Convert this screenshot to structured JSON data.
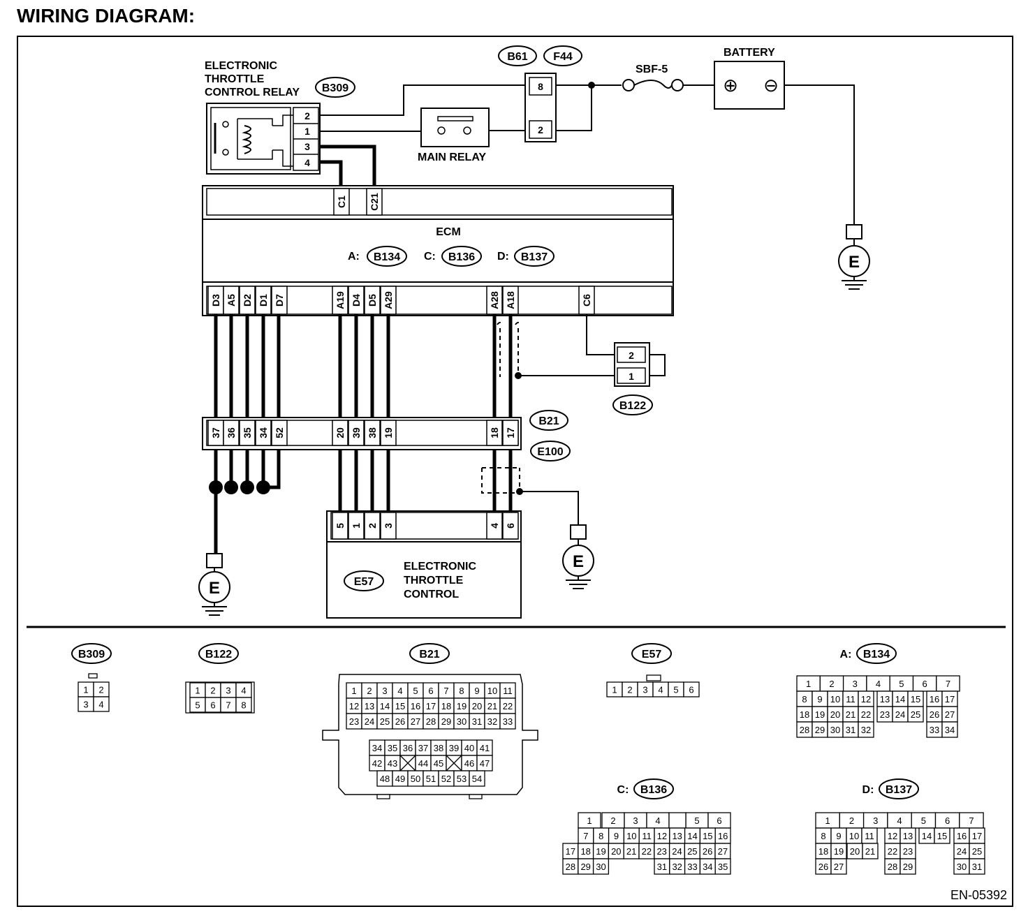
{
  "title": "WIRING DIAGRAM:",
  "footer_code": "EN-05392",
  "ground_label": "E",
  "relay": {
    "name_line1": "ELECTRONIC",
    "name_line2": "THROTTLE",
    "name_line3": "CONTROL RELAY",
    "connector": "B309",
    "pins": [
      "2",
      "1",
      "3",
      "4"
    ]
  },
  "main_relay": {
    "label": "MAIN RELAY"
  },
  "fuse_connectors": {
    "left": "B61",
    "right": "F44",
    "pins": [
      "8",
      "2"
    ]
  },
  "fuse": {
    "label": "SBF-5"
  },
  "battery": {
    "label": "BATTERY",
    "plus": "⊕",
    "minus": "⊖"
  },
  "ecm": {
    "label": "ECM",
    "conn_a_prefix": "A:",
    "conn_a": "B134",
    "conn_c_prefix": "C:",
    "conn_c": "B136",
    "conn_d_prefix": "D:",
    "conn_d": "B137",
    "top_pins": [
      "C1",
      "C21"
    ],
    "bottom_pins": [
      "D3",
      "A5",
      "D2",
      "D1",
      "D7",
      "A19",
      "D4",
      "D5",
      "A29",
      "A28",
      "A18",
      "C6"
    ]
  },
  "b122": {
    "connector": "B122",
    "pins": [
      "2",
      "1"
    ]
  },
  "joint": {
    "connector_top": "B21",
    "connector_bottom": "E100",
    "pins": [
      "37",
      "36",
      "35",
      "34",
      "52",
      "20",
      "39",
      "38",
      "19",
      "18",
      "17"
    ]
  },
  "etc": {
    "line1": "ELECTRONIC",
    "line2": "THROTTLE",
    "line3": "CONTROL",
    "connector": "E57",
    "pins": [
      "5",
      "1",
      "2",
      "3",
      "4",
      "6"
    ]
  },
  "views": {
    "b309": {
      "label": "B309",
      "rows": [
        [
          "1",
          "2"
        ],
        [
          "3",
          "4"
        ]
      ]
    },
    "b122": {
      "label": "B122",
      "rows": [
        [
          "1",
          "2",
          "3",
          "4"
        ],
        [
          "5",
          "6",
          "7",
          "8"
        ]
      ]
    },
    "b21": {
      "label": "B21",
      "rows": [
        [
          "1",
          "2",
          "3",
          "4",
          "5",
          "6",
          "7",
          "8",
          "9",
          "10",
          "11"
        ],
        [
          "12",
          "13",
          "14",
          "15",
          "16",
          "17",
          "18",
          "19",
          "20",
          "21",
          "22"
        ],
        [
          "23",
          "24",
          "25",
          "26",
          "27",
          "28",
          "29",
          "30",
          "31",
          "32",
          "33"
        ]
      ],
      "rows2": [
        [
          "34",
          "35",
          "36",
          "37",
          "38",
          "39",
          "40",
          "41"
        ],
        [
          "42",
          "43",
          "",
          "44",
          "45",
          "",
          "46",
          "47"
        ],
        [
          "48",
          "49",
          "50",
          "51",
          "52",
          "53",
          "54"
        ]
      ]
    },
    "e57": {
      "label": "E57",
      "row": [
        "1",
        "2",
        "3",
        "4",
        "5",
        "6"
      ]
    },
    "b134": {
      "prefix": "A:",
      "label": "B134",
      "rows": [
        [
          "1",
          "",
          "2",
          "",
          "3",
          "",
          "4",
          "",
          "5",
          "",
          "6",
          "",
          "7"
        ],
        [
          "8",
          "9",
          "10",
          "11",
          "12",
          "13",
          "14",
          "15",
          "16",
          "17"
        ],
        [
          "18",
          "19",
          "20",
          "21",
          "22",
          "23",
          "24",
          "25",
          "26",
          "27"
        ],
        [
          "28",
          "29",
          "30",
          "31",
          "32",
          "33",
          "34"
        ]
      ]
    },
    "b136": {
      "prefix": "C:",
      "label": "B136",
      "rows": [
        [
          "1",
          "2",
          "3",
          "4",
          "5",
          "6"
        ],
        [
          "7",
          "8",
          "9",
          "10",
          "11",
          "12",
          "13",
          "14",
          "15",
          "16"
        ],
        [
          "17",
          "18",
          "19",
          "20",
          "21",
          "22",
          "23",
          "24",
          "25",
          "26",
          "27"
        ],
        [
          "28",
          "29",
          "30",
          "31",
          "32",
          "33",
          "34",
          "35"
        ]
      ]
    },
    "b137": {
      "prefix": "D:",
      "label": "B137",
      "rows": [
        [
          "1",
          "2",
          "3",
          "4",
          "5",
          "6",
          "7"
        ],
        [
          "8",
          "9",
          "10",
          "11",
          "12",
          "13",
          "14",
          "15",
          "16",
          "17"
        ],
        [
          "18",
          "19",
          "20",
          "21",
          "22",
          "23",
          "24",
          "25"
        ],
        [
          "26",
          "27",
          "28",
          "29",
          "30",
          "31"
        ]
      ]
    }
  }
}
